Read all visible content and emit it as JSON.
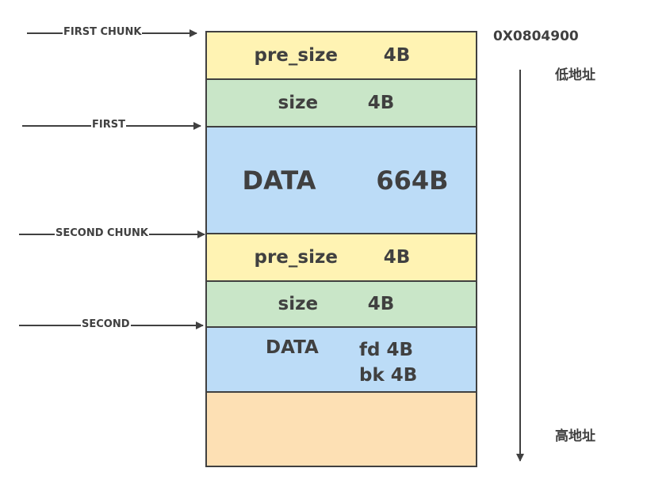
{
  "blocks": {
    "first_chunk_pre_size": {
      "name": "pre_size",
      "size": "4B"
    },
    "first_chunk_size": {
      "name": "size",
      "size": "4B"
    },
    "first_data": {
      "name": "DATA",
      "size": "664B"
    },
    "second_chunk_pre_size": {
      "name": "pre_size",
      "size": "4B"
    },
    "second_chunk_size": {
      "name": "size",
      "size": "4B"
    },
    "second_data": {
      "name": "DATA",
      "fd": "fd 4B",
      "bk": "bk 4B"
    }
  },
  "pointers": {
    "first_chunk": "FIRST CHUNK",
    "first": "FIRST",
    "second_chunk": "SECOND CHUNK",
    "second": "SECOND"
  },
  "address": "0X0804900",
  "low_address": "低地址",
  "high_address": "高地址",
  "colors": {
    "header": "#fff3b3",
    "size": "#c9e6c8",
    "data": "#bcdcf7",
    "free": "#fde0b4",
    "line": "#404040"
  }
}
